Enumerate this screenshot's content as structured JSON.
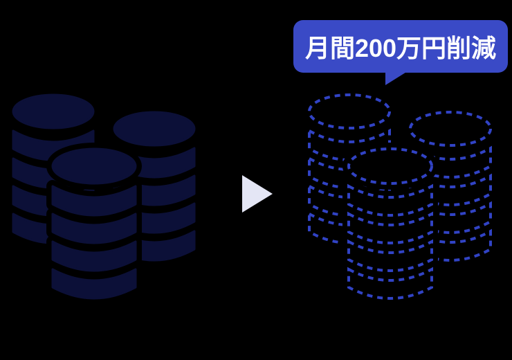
{
  "background_color": "#000000",
  "callout": {
    "label": "月間200万円削減",
    "bg_color": "#3A4AC6",
    "text_color": "#FFFFFF"
  },
  "arrow": {
    "name": "right-arrow-icon",
    "color": "#E4E6F5"
  },
  "before": {
    "name": "coin-stacks-solid",
    "color": "#0C1038"
  },
  "after": {
    "name": "coin-stacks-dashed",
    "color": "#3143C5"
  }
}
